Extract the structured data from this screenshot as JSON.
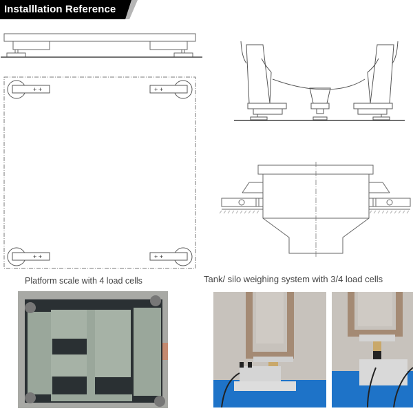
{
  "header": {
    "title": "Installlation Reference",
    "colors": {
      "banner_bg": "#000000",
      "banner_text": "#ffffff",
      "shadow": "#9a9a9a"
    }
  },
  "sections": {
    "platform": {
      "caption": "Platform scale with 4 load cells",
      "drawings": [
        "side-elevation-platform",
        "top-plan-platform-4-load-cells"
      ],
      "photo": "platform-scale-underside-photo"
    },
    "tank": {
      "caption": "Tank/ silo weighing system with 3/4 load cells",
      "drawings": [
        "tank-legs-side-elevation",
        "silo-hopper-elevation"
      ],
      "photos": [
        "load-cell-mount-photo-1",
        "load-cell-mount-photo-2"
      ]
    }
  },
  "colors": {
    "line": "#555555",
    "photo_blue": "#1e73c8",
    "photo_wall": "#c9c4be",
    "platform_green": "#9aa79b"
  }
}
